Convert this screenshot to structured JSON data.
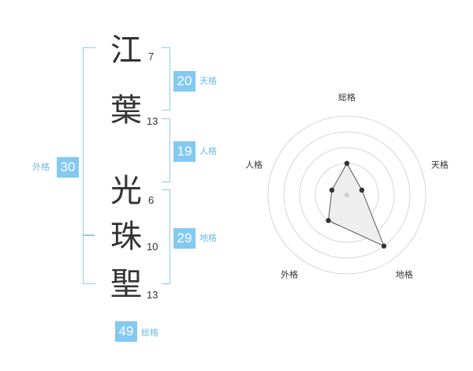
{
  "name": {
    "characters": [
      {
        "char": "江",
        "strokes": "7"
      },
      {
        "char": "葉",
        "strokes": "13"
      },
      {
        "char": "光",
        "strokes": "6"
      },
      {
        "char": "珠",
        "strokes": "10"
      },
      {
        "char": "聖",
        "strokes": "13"
      }
    ]
  },
  "scores": {
    "tenkaku": {
      "value": "20",
      "label": "天格"
    },
    "jinkaku": {
      "value": "19",
      "label": "人格"
    },
    "chikaku": {
      "value": "29",
      "label": "地格"
    },
    "gaikaku": {
      "value": "30",
      "label": "外格"
    },
    "soukaku": {
      "value": "49",
      "label": "総格"
    }
  },
  "radar": {
    "axis_labels": [
      "総格",
      "天格",
      "地格",
      "外格",
      "人格"
    ],
    "values": [
      2,
      1,
      4,
      2,
      1
    ],
    "max": 5
  },
  "colors": {
    "accent": "#83c9f2",
    "bracket": "#8ccdf0",
    "text": "#333333",
    "fill": "#eeeeee"
  }
}
